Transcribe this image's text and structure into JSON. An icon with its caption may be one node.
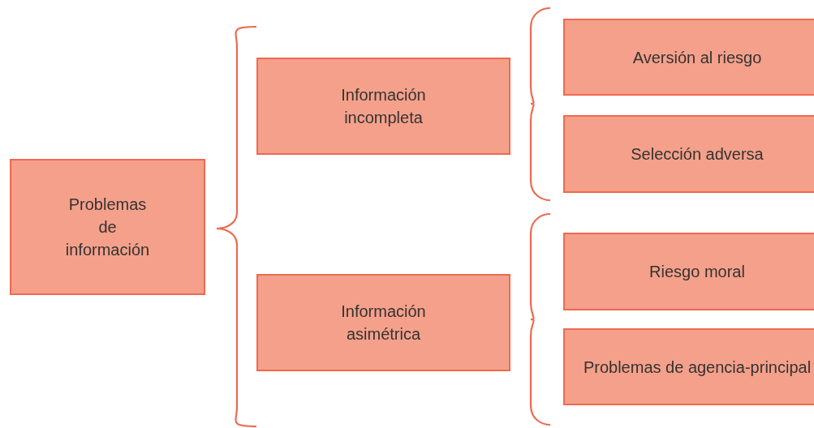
{
  "diagram": {
    "nodes": [
      {
        "text": [
          "Problemas de información"
        ]
      },
      {
        "text": [
          "Información incompleta"
        ]
      },
      {
        "text": [
          "Información asimétrica"
        ]
      },
      {
        "text": [
          "Aversión al riesgo"
        ]
      },
      {
        "text": [
          "Selección adversa"
        ]
      },
      {
        "text": [
          "Riesgo moral"
        ]
      },
      {
        "text": [
          "Problemas de agencia-principal"
        ]
      }
    ]
  }
}
